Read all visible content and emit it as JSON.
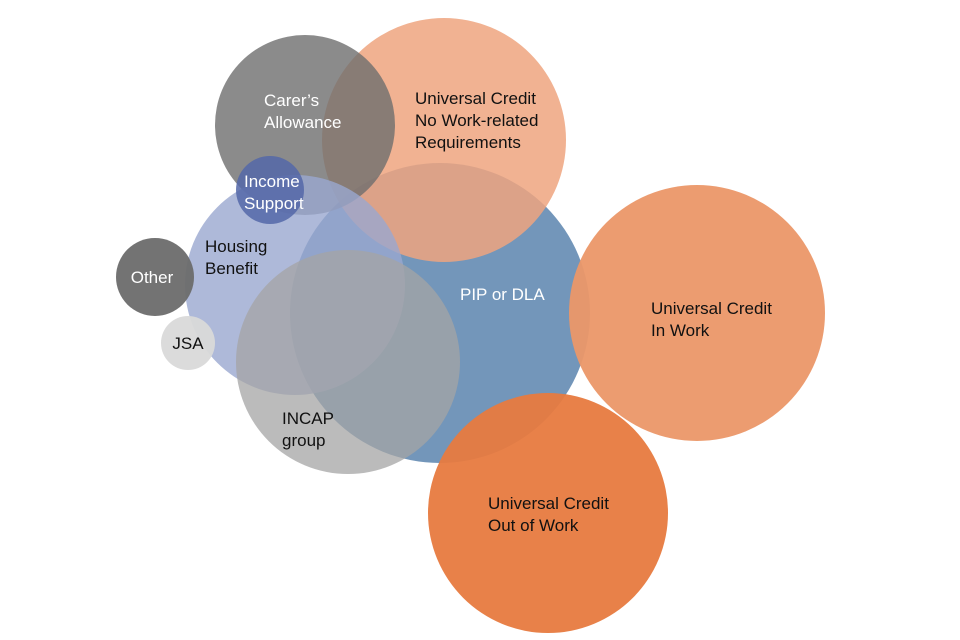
{
  "diagram": {
    "type": "overlapping-bubbles",
    "bubbles": [
      {
        "id": "pip-dla",
        "label": [
          "PIP or DLA"
        ],
        "color": "#5b84ae",
        "text_color": "#ffffff"
      },
      {
        "id": "uc-no-work-req",
        "label": [
          "Universal Credit",
          "No Work-related",
          "Requirements"
        ],
        "color": "#efa47f",
        "text_color": "#111111"
      },
      {
        "id": "carers-allowance",
        "label": [
          "Carer’s",
          "Allowance"
        ],
        "color": "#6e6e6e",
        "text_color": "#ffffff"
      },
      {
        "id": "housing-benefit",
        "label": [
          "Housing",
          "Benefit"
        ],
        "color": "#9aa8d0",
        "text_color": "#111111"
      },
      {
        "id": "income-support",
        "label": [
          "Income",
          "Support"
        ],
        "color": "#5467a8",
        "text_color": "#ffffff"
      },
      {
        "id": "incap-group",
        "label": [
          "INCAP",
          "group"
        ],
        "color": "#a4a4a4",
        "text_color": "#111111"
      },
      {
        "id": "uc-in-work",
        "label": [
          "Universal Credit",
          "In Work"
        ],
        "color": "#eb9768",
        "text_color": "#111111"
      },
      {
        "id": "uc-out-of-work",
        "label": [
          "Universal Credit",
          "Out of Work"
        ],
        "color": "#e77a3f",
        "text_color": "#111111"
      },
      {
        "id": "other",
        "label": [
          "Other"
        ],
        "color": "#6b6b6b",
        "text_color": "#ffffff"
      },
      {
        "id": "jsa",
        "label": [
          "JSA"
        ],
        "color": "#d9d9d9",
        "text_color": "#111111"
      }
    ]
  }
}
